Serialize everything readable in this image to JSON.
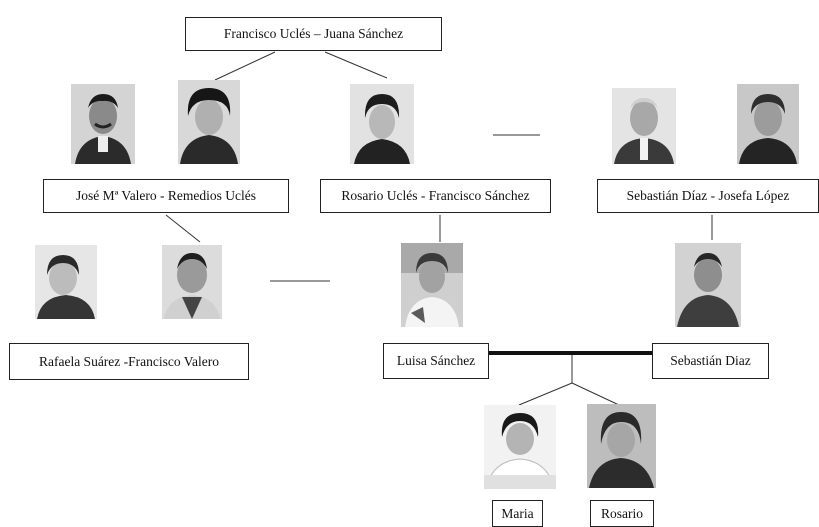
{
  "couples": {
    "grandparents": "Francisco Uclés   –  Juana Sánchez",
    "valero": "José Mª Valero -  Remedios Uclés",
    "ucles_sanchez": "Rosario Uclés  -  Francisco Sánchez",
    "diaz_lopez": "Sebastián Díaz  -  Josefa López",
    "suarez_valero": "Rafaela Suárez  -Francisco Valero"
  },
  "people": {
    "luisa": "Luisa Sánchez",
    "sebastian": "Sebastián Diaz",
    "maria": "Maria",
    "rosario": "Rosario"
  },
  "portraits": [
    "jose-valero",
    "remedios-ucles",
    "rosario-ucles",
    "sebastian-diaz-sr",
    "josefa-lopez",
    "rafaela-suarez",
    "francisco-valero",
    "luisa-sanchez",
    "sebastian-diaz",
    "maria",
    "rosario"
  ]
}
